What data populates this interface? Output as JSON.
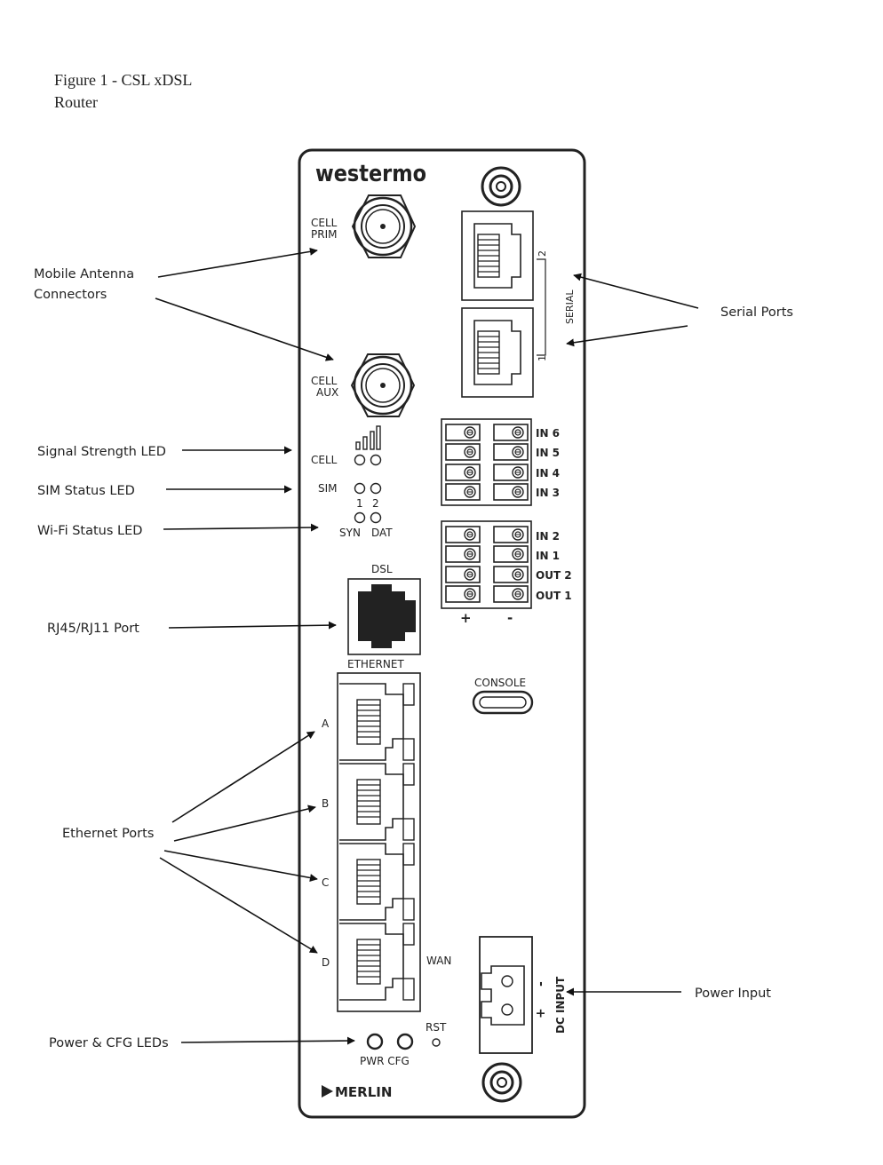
{
  "figure": {
    "title_line1": "Figure 1 - CSL xDSL",
    "title_line2": "Router"
  },
  "callouts": {
    "mobile_antenna_1": "Mobile Antenna",
    "mobile_antenna_2": "Connectors",
    "serial_ports": "Serial Ports",
    "signal_strength_led": "Signal Strength LED",
    "sim_status_led": "SIM Status LED",
    "wifi_status_led": "Wi-Fi Status LED",
    "rj45_rj11_port": "RJ45/RJ11 Port",
    "ethernet_ports": "Ethernet Ports",
    "power_input": "Power Input",
    "power_cfg_leds": "Power & CFG LEDs"
  },
  "panel": {
    "brand": "westermo",
    "cell_prim_1": "CELL",
    "cell_prim_2": "PRIM",
    "cell_aux_1": "CELL",
    "cell_aux_2": "AUX",
    "cell_led": "CELL",
    "sim_led": "SIM",
    "sim_1": "1",
    "sim_2": "2",
    "syn": "SYN",
    "dat": "DAT",
    "dsl": "DSL",
    "ethernet": "ETHERNET",
    "port_a": "A",
    "port_b": "B",
    "port_c": "C",
    "port_d": "D",
    "wan": "WAN",
    "console": "CONSOLE",
    "rst": "RST",
    "pwr_cfg": "PWR CFG",
    "merlin": "MERLIN",
    "serial": "SERIAL",
    "serial_1": "1",
    "serial_2": "2",
    "io_top": [
      "IN 6",
      "IN 5",
      "IN 4",
      "IN 3"
    ],
    "io_bottom": [
      "IN 2",
      "IN 1",
      "OUT 2",
      "OUT 1"
    ],
    "plus": "+",
    "minus": "-",
    "dc_input": "DC INPUT",
    "dc_minus": "-",
    "dc_plus": "+"
  }
}
